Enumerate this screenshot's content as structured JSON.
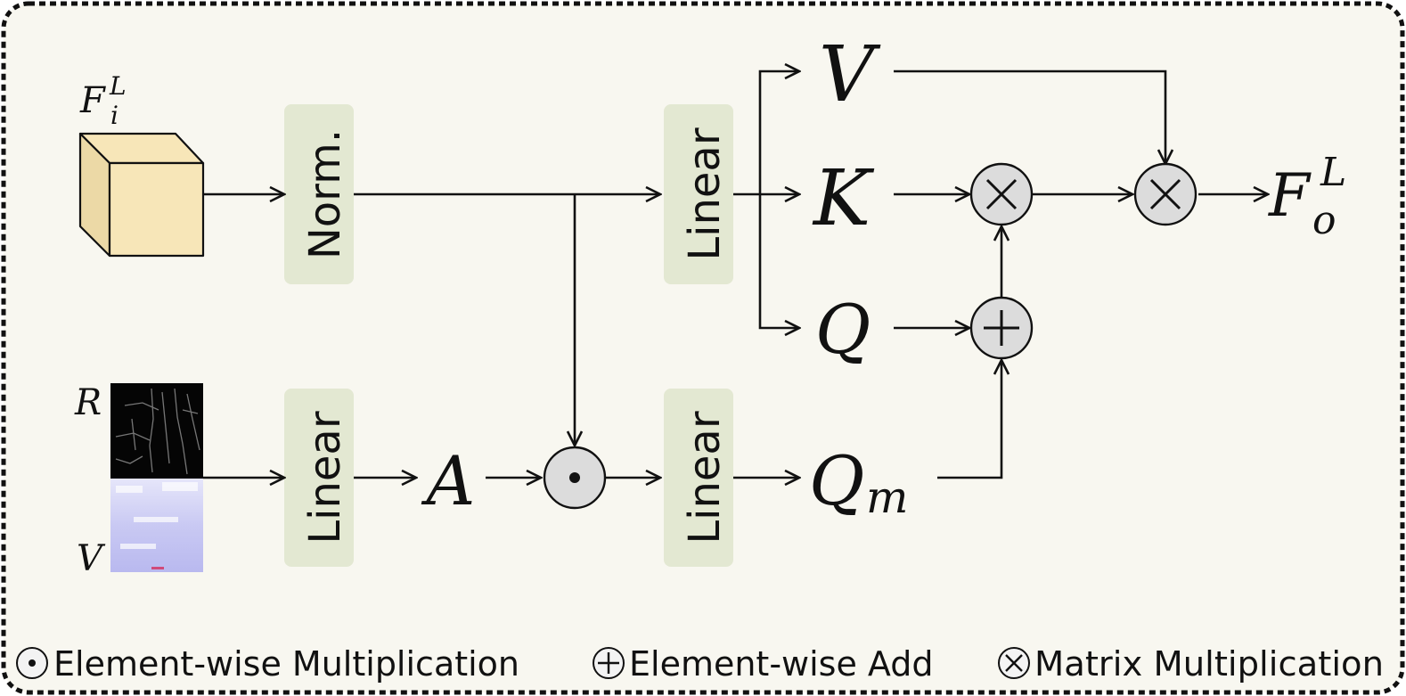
{
  "diagram": {
    "input_feature": {
      "base": "F",
      "sub": "i",
      "sup": "L"
    },
    "output_feature": {
      "base": "F",
      "sub": "o",
      "sup": "L"
    },
    "blocks": {
      "norm": "Norm.",
      "linear_top": "Linear",
      "linear_bottom_left": "Linear",
      "linear_bottom_right": "Linear"
    },
    "symbols": {
      "v": "V",
      "k": "K",
      "q": "Q",
      "a": "A",
      "qm_base": "Q",
      "qm_sub": "m",
      "map_r": "R",
      "map_v": "V"
    },
    "operators": {
      "elementwise_mult": "⊙",
      "elementwise_add": "+",
      "matrix_mult": "×"
    }
  },
  "legend": {
    "elementwise_mult_label": "Element-wise Multiplication",
    "elementwise_add_label": "Element-wise Add",
    "matrix_mult_label": "Matrix Multiplication"
  },
  "colors": {
    "background": "#f8f7f0",
    "block_fill": "#e3e8d2",
    "cube_fill": "#f7e6b8",
    "operator_fill": "#dcdcdc",
    "stroke": "#111111",
    "map_r": "#050505",
    "map_v": "#c8c8f0"
  }
}
